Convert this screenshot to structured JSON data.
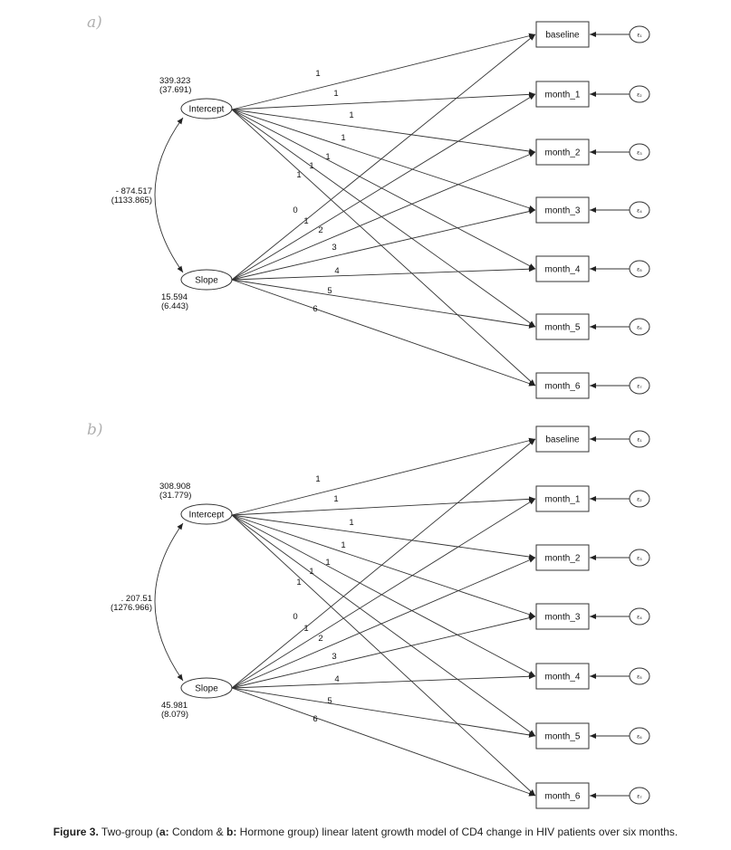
{
  "panels": [
    {
      "label": "a)",
      "intercept_label": "Intercept",
      "slope_label": "Slope",
      "intercept_variance": "339.323",
      "intercept_se": "(37.691)",
      "slope_variance": "15.594",
      "slope_se": "(6.443)",
      "covariance": "- 874.517",
      "covariance_se": "(1133.865)",
      "observed": [
        "baseline",
        "month_1",
        "month_2",
        "month_3",
        "month_4",
        "month_5",
        "month_6"
      ],
      "errors": [
        "ε₁",
        "ε₂",
        "ε₃",
        "ε₄",
        "ε₅",
        "ε₆",
        "ε₇"
      ],
      "intercept_loadings": [
        "1",
        "1",
        "1",
        "1",
        "1",
        "1",
        "1"
      ],
      "slope_loadings": [
        "0",
        "1",
        "2",
        "3",
        "4",
        "5",
        "6"
      ]
    },
    {
      "label": "b)",
      "intercept_label": "Intercept",
      "slope_label": "Slope",
      "intercept_variance": "308.908",
      "intercept_se": "(31.779)",
      "slope_variance": "45.981",
      "slope_se": "(8.079)",
      "covariance": ". 207.51",
      "covariance_se": "(1276.966)",
      "observed": [
        "baseline",
        "month_1",
        "month_2",
        "month_3",
        "month_4",
        "month_5",
        "month_6"
      ],
      "errors": [
        "ε₁",
        "ε₂",
        "ε₃",
        "ε₄",
        "ε₅",
        "ε₆",
        "ε₇"
      ],
      "intercept_loadings": [
        "1",
        "1",
        "1",
        "1",
        "1",
        "1",
        "1"
      ],
      "slope_loadings": [
        "0",
        "1",
        "2",
        "3",
        "4",
        "5",
        "6"
      ]
    }
  ],
  "caption": {
    "prefix": "Figure 3.",
    "part1": " Two-group (",
    "a_bold": "a:",
    "part2": " Condom & ",
    "b_bold": "b:",
    "part3": " Hormone group) linear latent growth model of CD4 change in HIV patients over six months."
  }
}
